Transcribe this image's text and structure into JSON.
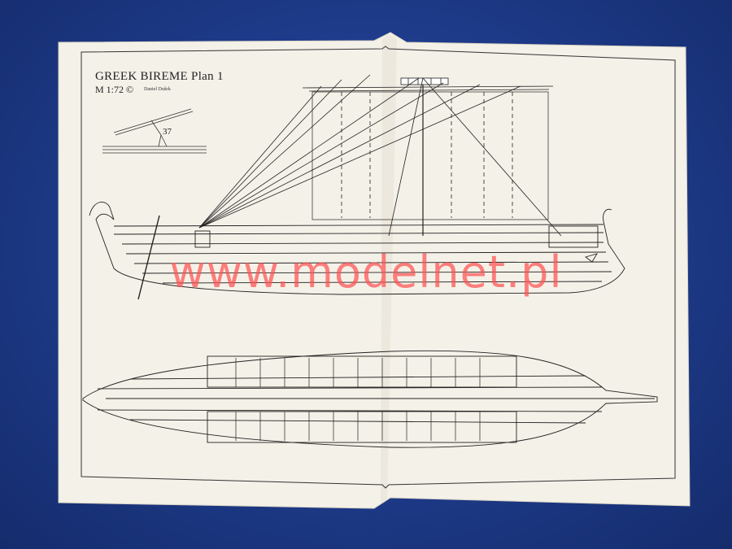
{
  "plan": {
    "title": "GREEK BIREME Plan 1",
    "scale": "M 1:72 ©",
    "author": "Daniel Dušek",
    "part_number": "37"
  },
  "watermark": "www.modelnet.pl",
  "colors": {
    "background": "#1d3b8a",
    "paper": "#f4f1e8",
    "ink": "#222222",
    "watermark": "#ff5050"
  }
}
